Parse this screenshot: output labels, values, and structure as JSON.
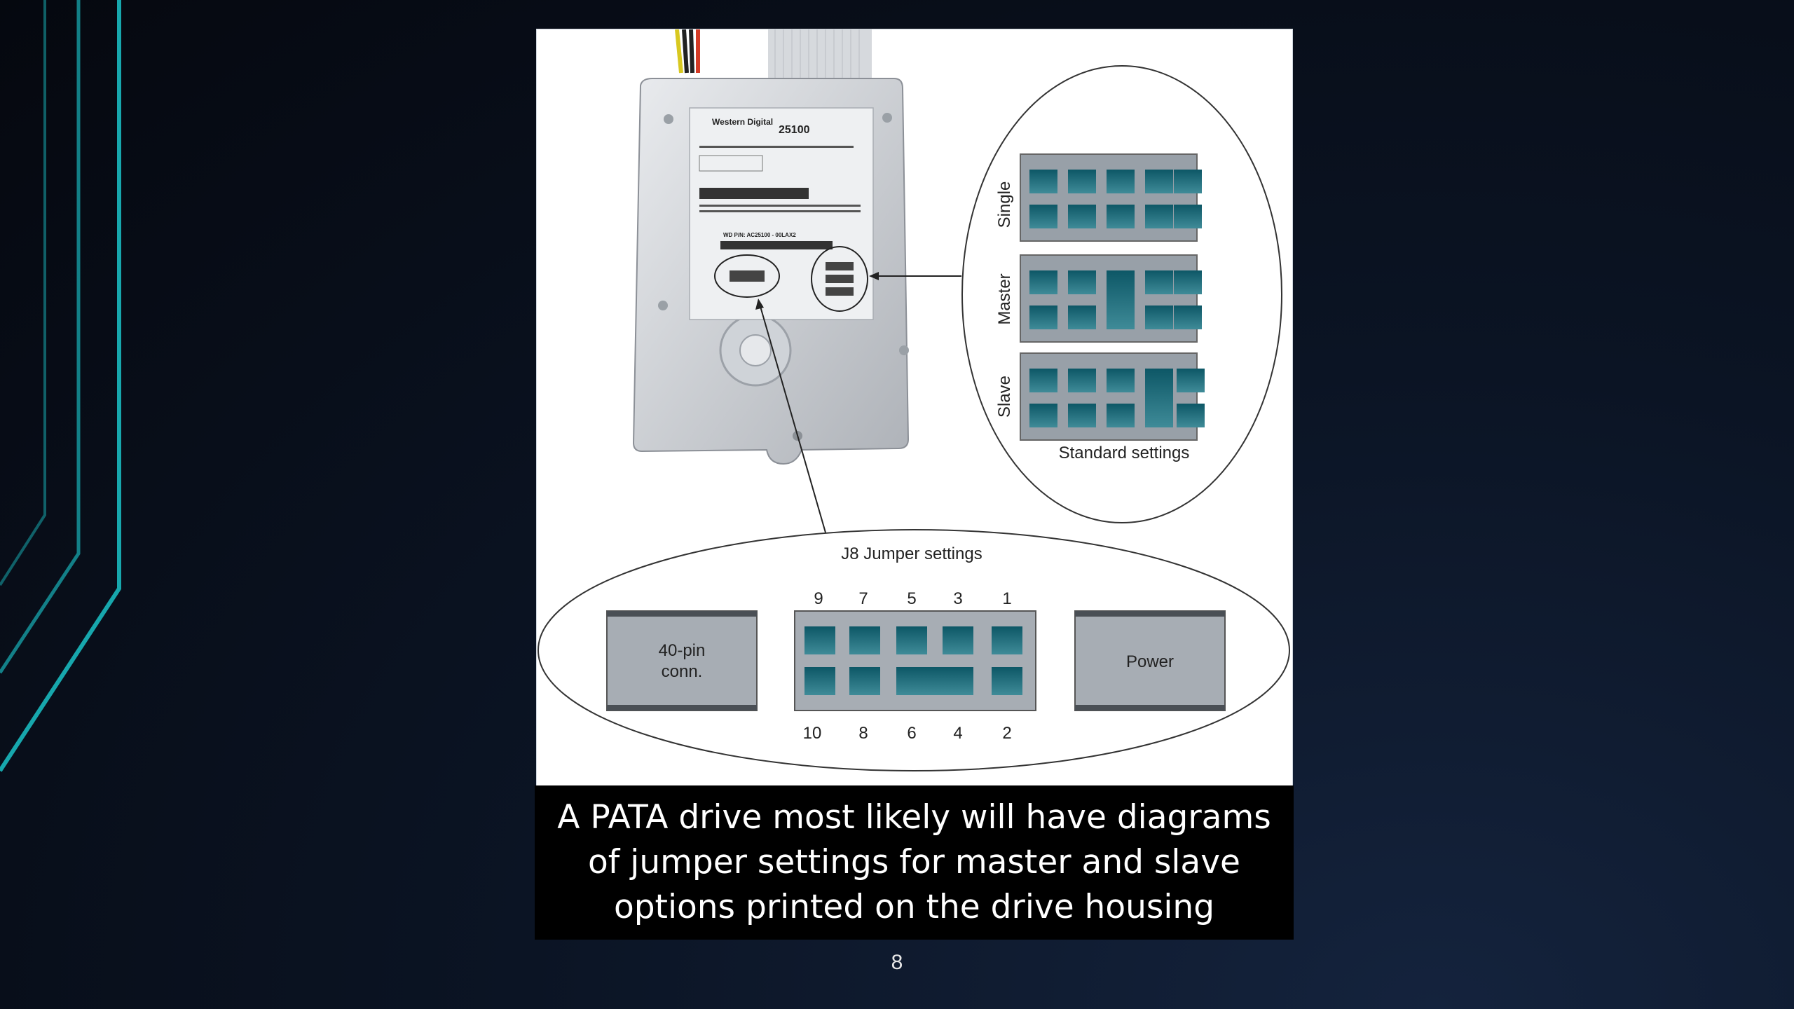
{
  "slide": {
    "caption": "A PATA drive most likely will have diagrams of jumper settings for master and slave options printed on the drive housing",
    "page_number": "8",
    "accent_color": "#17a7ad"
  },
  "drive_label": {
    "brand": "Western Digital",
    "model": "25100",
    "part_number": "WD P/N: AC25100 - 00LAX2"
  },
  "standard_settings": {
    "title": "Standard settings",
    "rows": [
      "Single",
      "Master",
      "Slave"
    ]
  },
  "j8_settings": {
    "title": "J8 Jumper settings",
    "top_pins": [
      "9",
      "7",
      "5",
      "3",
      "1"
    ],
    "bottom_pins": [
      "10",
      "8",
      "6",
      "4",
      "2"
    ],
    "left_connector": [
      "40-pin",
      "conn."
    ],
    "right_connector": "Power"
  }
}
